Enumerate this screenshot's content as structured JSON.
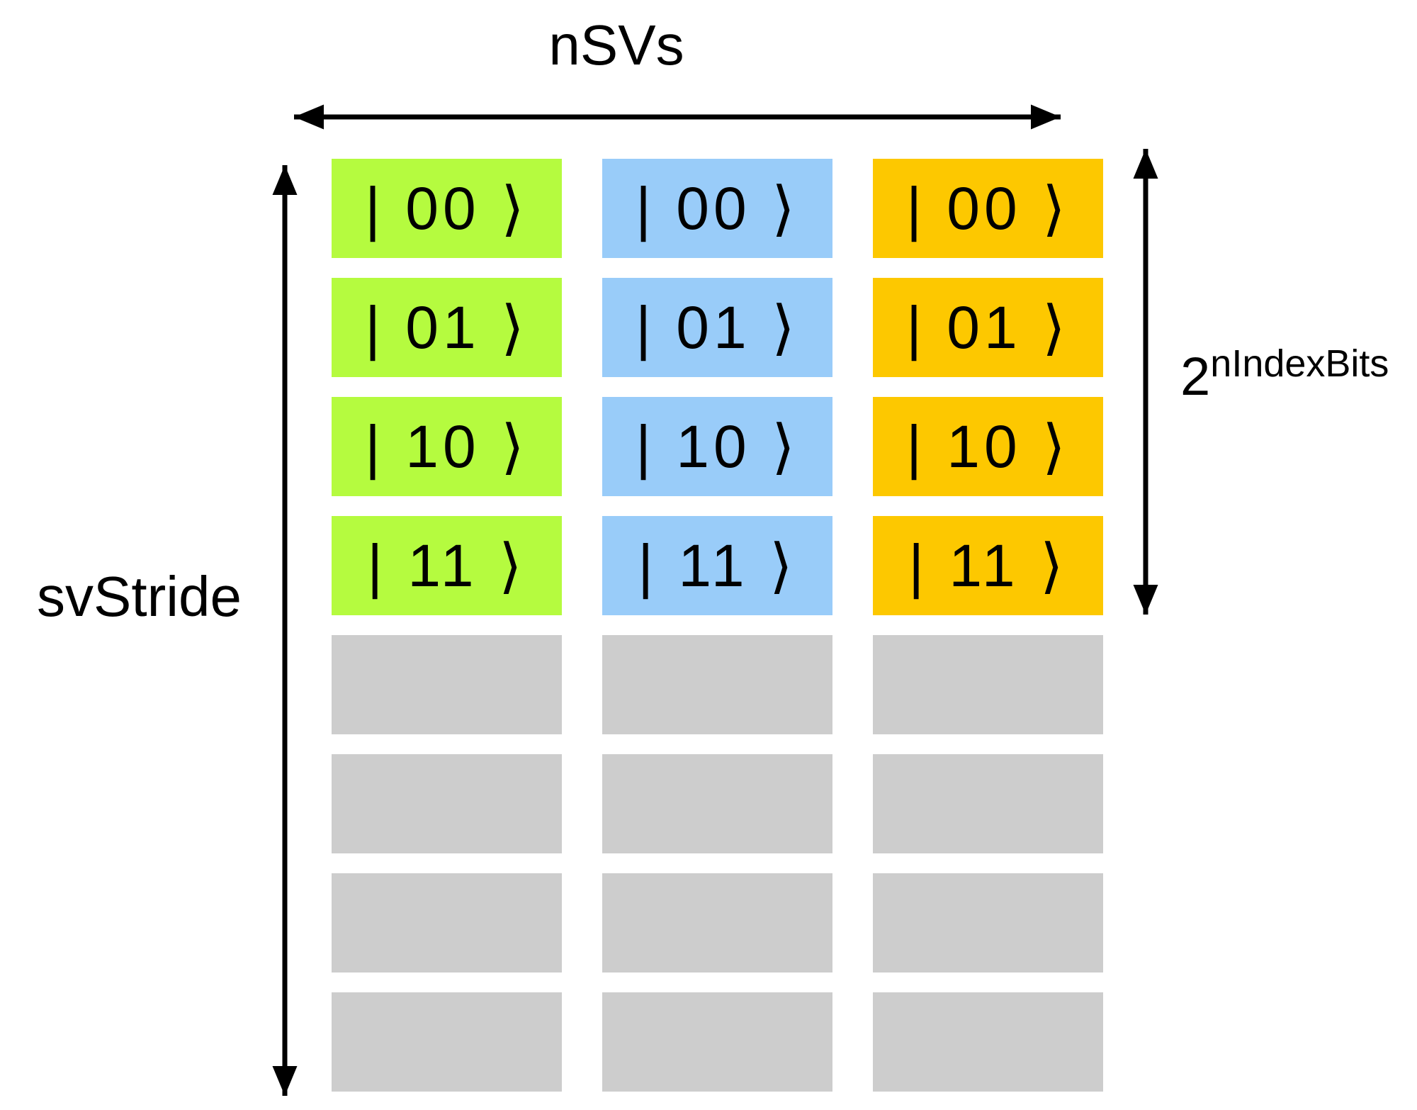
{
  "diagram": {
    "top_label": "nSVs",
    "left_label": "svStride",
    "right_label_base": "2",
    "right_label_superscript": "nIndexBits",
    "ket_labels": [
      "| 00 ⟩",
      "| 01 ⟩",
      "| 10 ⟩",
      "| 11 ⟩"
    ],
    "num_state_vectors": 3,
    "basis_rows_per_column": 4,
    "empty_rows_per_column": 4,
    "columns": [
      {
        "name": "statevector-0",
        "color": "#b5fb3f"
      },
      {
        "name": "statevector-1",
        "color": "#99ccf9"
      },
      {
        "name": "statevector-2",
        "color": "#fdc800"
      }
    ],
    "colors": {
      "statevector_0": "#b5fb3f",
      "statevector_1": "#99ccf9",
      "statevector_2": "#fdc800",
      "padding_cell": "#cdcdcd",
      "arrow": "#000000",
      "text": "#000000",
      "background": "#ffffff"
    }
  }
}
